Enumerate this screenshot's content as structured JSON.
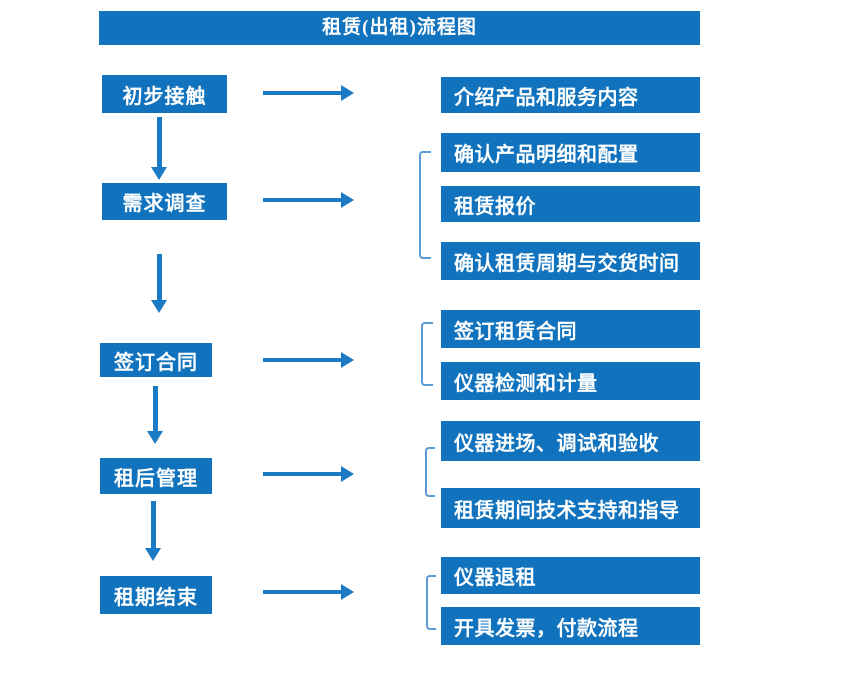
{
  "title": "租赁(出租)流程图",
  "colors": {
    "box_blue": "#1173BD",
    "arrow_blue": "#1B7AC4",
    "bracket_blue": "#5B9BD5",
    "text_white": "#FFFFFF",
    "background": "#FFFFFF"
  },
  "stages": [
    {
      "label": "初步接触",
      "details": [
        "介绍产品和服务内容"
      ]
    },
    {
      "label": "需求调查",
      "details": [
        "确认产品明细和配置",
        "租赁报价",
        "确认租赁周期与交货时间"
      ]
    },
    {
      "label": "签订合同",
      "details": [
        "签订租赁合同",
        "仪器检测和计量"
      ]
    },
    {
      "label": "租后管理",
      "details": [
        "仪器进场、调试和验收",
        "租赁期间技术支持和指导"
      ]
    },
    {
      "label": "租期结束",
      "details": [
        "仪器退租",
        "开具发票，付款流程"
      ]
    }
  ]
}
